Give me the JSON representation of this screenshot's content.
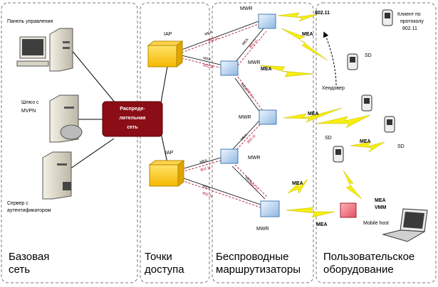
{
  "zones": [
    {
      "title_1": "Базовая",
      "title_2": "сеть"
    },
    {
      "title_1": "Точки",
      "title_2": "доступа"
    },
    {
      "title_1": "Беспроводные",
      "title_2": "маршрутизаторы"
    },
    {
      "title_1": "Пользовательское",
      "title_2": "оборудование"
    }
  ],
  "nodes": {
    "control_panel": "Панель управления",
    "gateway_1": "Шлюз с",
    "gateway_2": "MVPN",
    "auth_1": "Сервер с",
    "auth_2": "аутентификатором",
    "distribution_1": "Распреде-",
    "distribution_2": "лительная",
    "distribution_3": "сеть",
    "iap": "IAP",
    "mwr": "MWR",
    "client_1": "Клиент по",
    "client_2": "протоколу",
    "client_3": "802.11",
    "sd": "SD",
    "handover": "Хендовер",
    "vmm_1": "MEA",
    "vmm_2": "VMM",
    "mobile_host": "Mobile host"
  },
  "wireless_labels": {
    "std_top": "802.11",
    "mea": "MEA"
  },
  "link_labels": {
    "mea": "MEA",
    "std": "802.11"
  }
}
